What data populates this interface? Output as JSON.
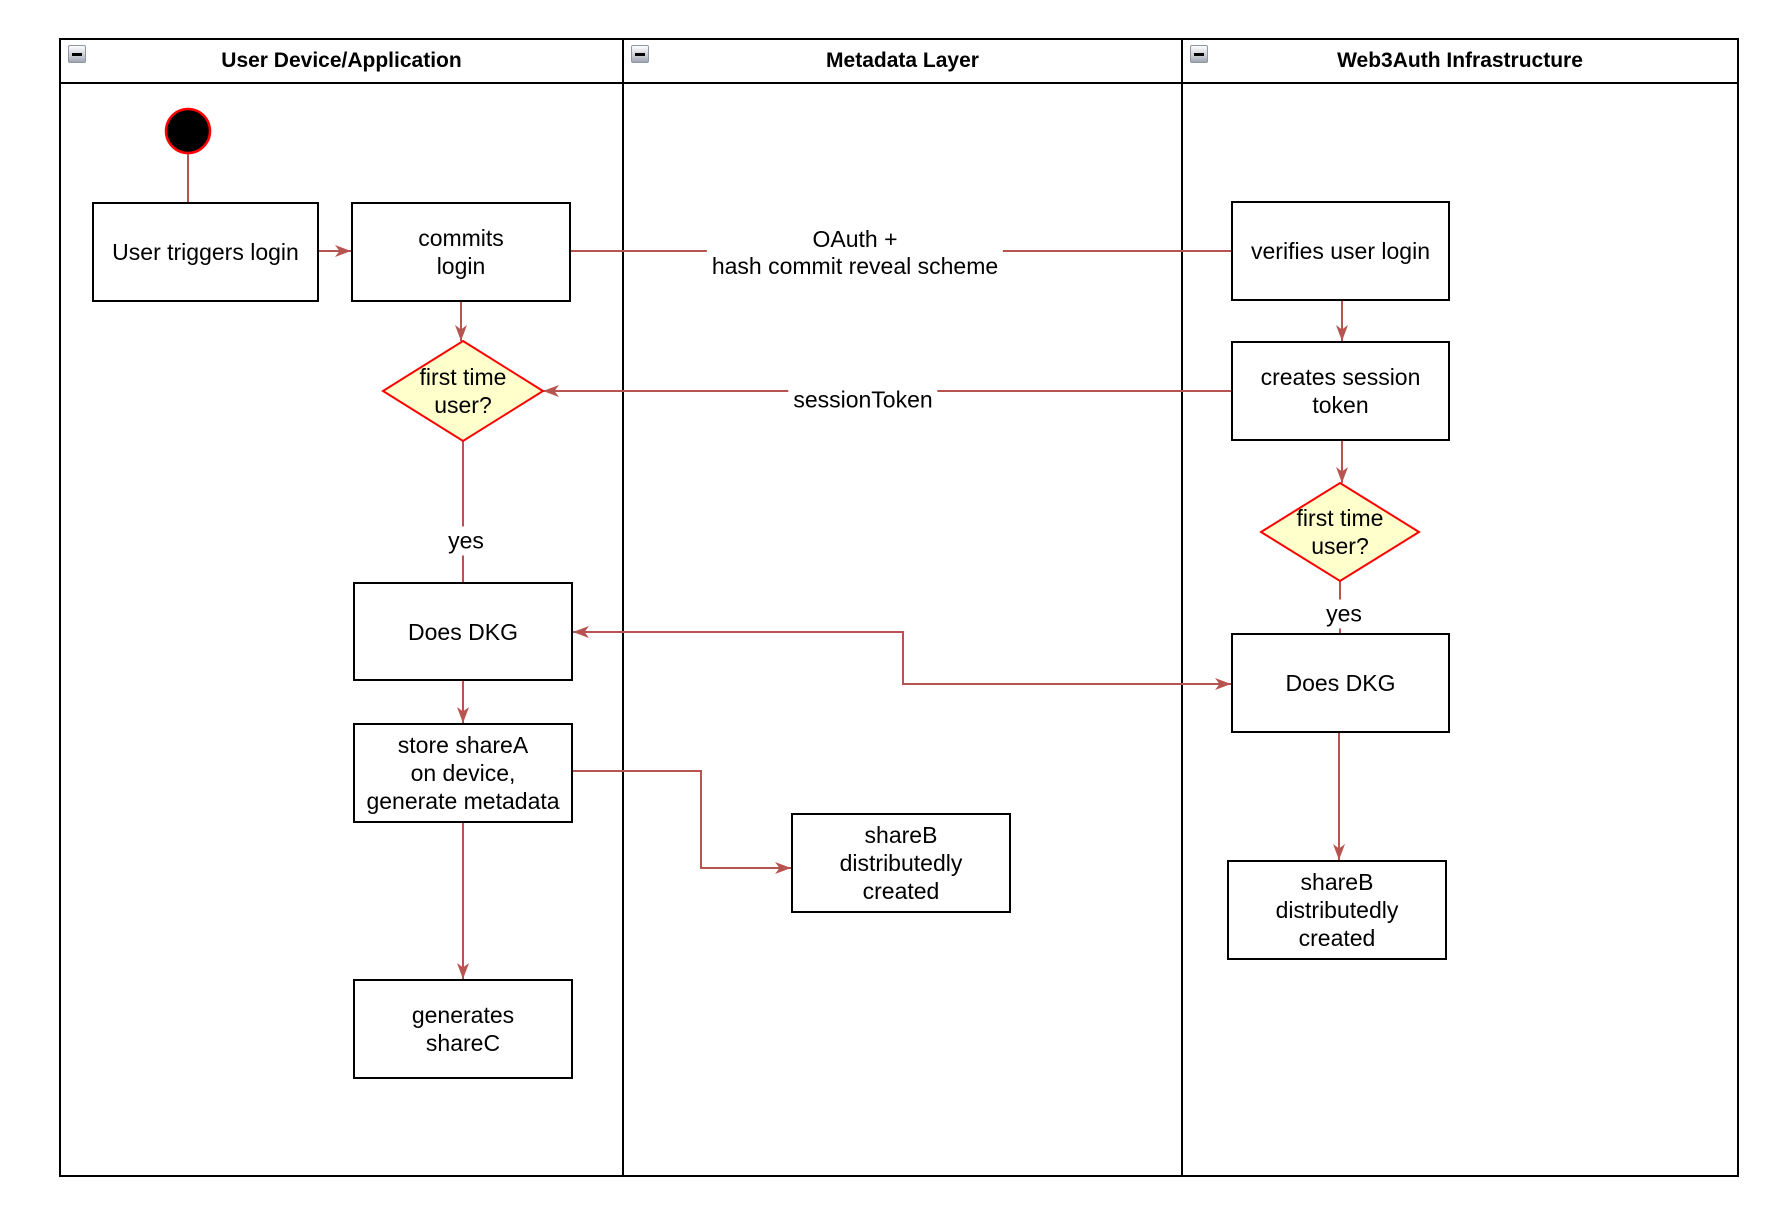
{
  "colors": {
    "edge": "#B85450",
    "decision_fill": "#FFFFCC",
    "decision_stroke": "#FF0000",
    "node_border": "#000000",
    "node_fill": "#FFFFFF",
    "lane_border": "#000000",
    "start_fill": "#000000",
    "start_stroke": "#FF0000"
  },
  "lanes": [
    {
      "title": "User Device/Application"
    },
    {
      "title": "Metadata Layer"
    },
    {
      "title": "Web3Auth Infrastructure"
    }
  ],
  "nodes": {
    "user_triggers_login": {
      "label": "User triggers login"
    },
    "commits_login": {
      "label": "commits\nlogin"
    },
    "first_time_user_device": {
      "label": "first time\nuser?"
    },
    "does_dkg_device": {
      "label": "Does DKG"
    },
    "store_sharea": {
      "label": "store shareA\non device,\ngenerate metadata"
    },
    "generates_sharec": {
      "label": "generates\nshareC"
    },
    "shareb_metadata": {
      "label": "shareB\ndistributedly\ncreated"
    },
    "verifies_user_login": {
      "label": "verifies user login"
    },
    "creates_session_token": {
      "label": "creates session\ntoken"
    },
    "first_time_user_infra": {
      "label": "first time\nuser?"
    },
    "does_dkg_infra": {
      "label": "Does DKG"
    },
    "shareb_infra": {
      "label": "shareB\ndistributedly\ncreated"
    }
  },
  "edge_labels": {
    "oauth": "OAuth +\nhash commit reveal scheme",
    "session_token": "sessionToken",
    "yes_device": "yes",
    "yes_infra": "yes"
  }
}
